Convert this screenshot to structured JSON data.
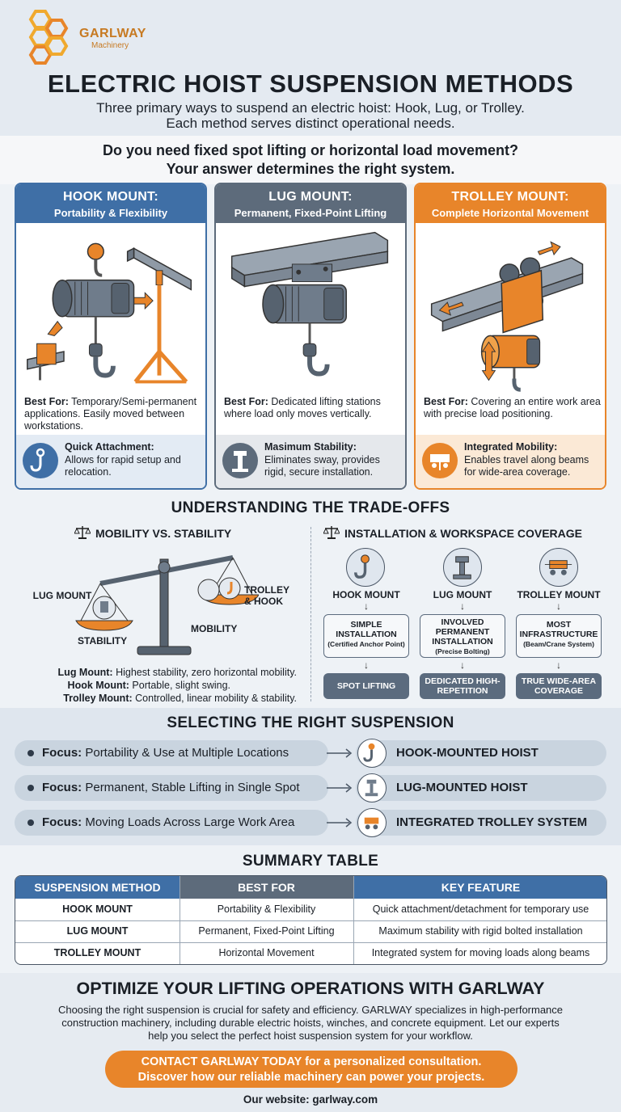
{
  "logo": {
    "name": "GARLWAY",
    "tagline": "Machinery"
  },
  "header": {
    "title": "ELECTRIC HOIST SUSPENSION METHODS",
    "subtitle_1": "Three primary ways to suspend an electric hoist: Hook, Lug, or Trolley.",
    "subtitle_2": "Each method serves distinct operational needs."
  },
  "question": {
    "line_1": "Do you need fixed spot lifting or horizontal load movement?",
    "line_2": "Your answer determines the right system."
  },
  "cards": [
    {
      "title": "HOOK MOUNT:",
      "subtitle": "Portability & Flexibility",
      "best_label": "Best For:",
      "best_text": "Temporary/Semi-permanent applications. Easily moved between workstations.",
      "feature_title": "Quick Attachment:",
      "feature_text": "Allows for rapid setup and relocation.",
      "icon": "hook-icon",
      "color": "#3f6fa6"
    },
    {
      "title": "LUG MOUNT:",
      "subtitle": "Permanent, Fixed-Point Lifting",
      "best_label": "Best For:",
      "best_text": "Dedicated lifting stations where load only moves vertically.",
      "feature_title": "Masimum Stability:",
      "feature_text": "Eliminates sway, provides rigid, secure installation.",
      "icon": "bolt-icon",
      "color": "#5d6b7b"
    },
    {
      "title": "TROLLEY MOUNT:",
      "subtitle": "Complete Horizontal Movement",
      "best_label": "Best For:",
      "best_text": "Covering an entire work area with precise load positioning.",
      "feature_title": "Integrated Mobility:",
      "feature_text": "Enables travel along beams for wide-area coverage.",
      "icon": "trolley-icon",
      "color": "#e8852a"
    }
  ],
  "tradeoffs": {
    "title": "UNDERSTANDING THE TRADE-OFFS",
    "left_head": "MOBILITY VS. STABILITY",
    "scale_labels": {
      "lug": "LUG MOUNT",
      "stability": "STABILITY",
      "mobility": "MOBILITY",
      "trolley_hook": "TROLLEY & HOOK"
    },
    "notes": [
      {
        "label": "Lug Mount:",
        "text": "Highest stability, zero horizontal mobility."
      },
      {
        "label": "Hook Mount:",
        "text": "Portable, slight swing."
      },
      {
        "label": "Trolley Mount:",
        "text": "Controlled, linear mobility & stability."
      }
    ],
    "right_head": "INSTALLATION & WORKSPACE COVERAGE",
    "columns": [
      {
        "name": "HOOK MOUNT",
        "install": "SIMPLE INSTALLATION",
        "install_note": "(Certified Anchor Point)",
        "result": "SPOT LIFTING"
      },
      {
        "name": "LUG MOUNT",
        "install": "INVOLVED PERMANENT INSTALLATION",
        "install_note": "(Precise Bolting)",
        "result": "DEDICATED HIGH-REPETITION"
      },
      {
        "name": "TROLLEY MOUNT",
        "install": "MOST INFRASTRUCTURE",
        "install_note": "(Beam/Crane System)",
        "result": "TRUE WIDE-AREA COVERAGE"
      }
    ]
  },
  "selecting": {
    "title": "SELECTING THE RIGHT SUSPENSION",
    "rows": [
      {
        "focus_label": "Focus:",
        "focus_text": "Portability & Use at Multiple Locations",
        "result": "HOOK-MOUNTED HOIST"
      },
      {
        "focus_label": "Focus:",
        "focus_text": "Permanent, Stable Lifting in Single Spot",
        "result": "LUG-MOUNTED HOIST"
      },
      {
        "focus_label": "Focus:",
        "focus_text": "Moving Loads Across Large Work Area",
        "result": "INTEGRATED TROLLEY SYSTEM"
      }
    ]
  },
  "summary": {
    "title": "SUMMARY TABLE",
    "headers": [
      "SUSPENSION METHOD",
      "BEST FOR",
      "KEY FEATURE"
    ],
    "rows": [
      [
        "HOOK MOUNT",
        "Portability & Flexibility",
        "Quick attachment/detachment for temporary use"
      ],
      [
        "LUG MOUNT",
        "Permanent, Fixed-Point Lifting",
        "Maximum stability with rigid bolted installation"
      ],
      [
        "TROLLEY MOUNT",
        "Horizontal Movement",
        "Integrated system for moving loads along beams"
      ]
    ]
  },
  "bottom": {
    "title": "OPTIMIZE YOUR LIFTING OPERATIONS WITH GARLWAY",
    "body_1": "Choosing the right suspension is crucial for safety and efficiency. GARLWAY specializes in high-performance",
    "body_2": "construction machinery, including durable electric hoists, winches, and concrete equipment. Let our experts",
    "body_3": "help you select the perfect hoist suspension system for your workflow.",
    "cta_1": "CONTACT GARLWAY TODAY for a personalized consultation.",
    "cta_2": "Discover how our reliable machinery can power your projects.",
    "website": "Our website: garlway.com"
  },
  "colors": {
    "blue": "#3f6fa6",
    "slate": "#5d6b7b",
    "orange": "#e8852a",
    "dark": "#1a1f26"
  }
}
